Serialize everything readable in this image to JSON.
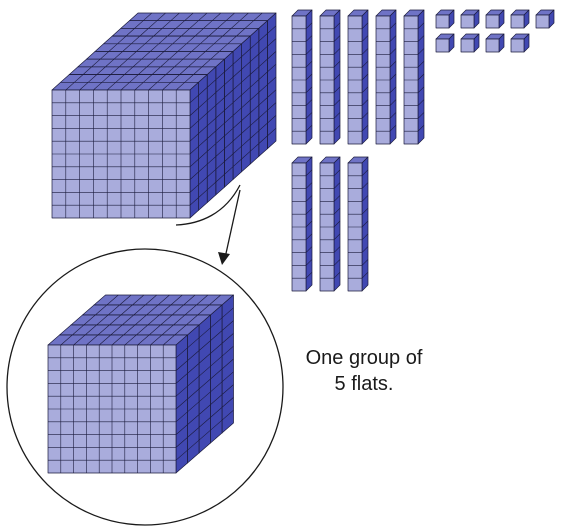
{
  "diagram": {
    "caption": {
      "line1": "One group of",
      "line2": "5 flats."
    },
    "groups": {
      "large_flat_stack_count": 10,
      "rods_top_row_count": 5,
      "rods_bottom_row_count": 3,
      "unit_cubes_top_row_count": 5,
      "unit_cubes_bottom_row_count": 4,
      "zoomed_flat_stack_count": 5
    },
    "colors": {
      "face": "#a9acdc",
      "top": "#6f73c6",
      "side": "#4148b2",
      "stroke": "#1b1b3c",
      "callout": "#1a1a1a"
    }
  }
}
